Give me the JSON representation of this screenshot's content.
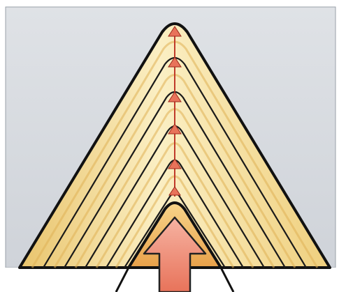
{
  "figure": {
    "subject": "nested-anticline-fold-layers",
    "layer_count": 6,
    "upward_arrow_count": 6,
    "colors": {
      "background_panel": "#d6dae0",
      "bottom_strip": "#ffffff",
      "outline": "#111111",
      "layer_light": "#fbefc4",
      "layer_mid": "#f2d68c",
      "layer_dark": "#e3b659",
      "core_fill_top": "#f7d48a",
      "core_fill_bottom": "#e8a14a",
      "arrow_fill": "#e8735a",
      "arrow_fill_light": "#f6b3a2",
      "arrow_outline": "#9c2a1c"
    }
  }
}
